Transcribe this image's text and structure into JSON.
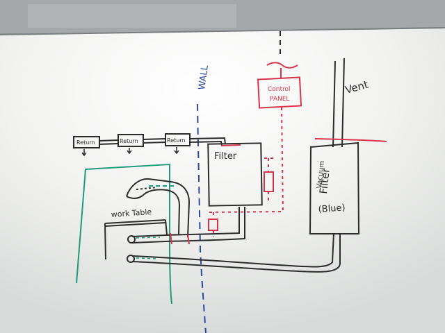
{
  "labels": {
    "wall": "WALL",
    "control_panel_line1": "Control",
    "control_panel_line2": "PANEL",
    "vent": "Vent",
    "return_1": "Return",
    "return_2": "Return",
    "return_3": "Return",
    "filter": "Filter",
    "vacuum_filter_line1": "Vacuum",
    "vacuum_filter_line2": "Filter",
    "vacuum_filter_line3": "(Blue)",
    "work_table": "work Table"
  },
  "colors": {
    "marker_black": "#2b2b2b",
    "marker_red": "#d8334a",
    "marker_blue": "#2b4aa0",
    "marker_green": "#1f9a7a",
    "board": "#f3f4f2",
    "frame": "#8e9296"
  }
}
